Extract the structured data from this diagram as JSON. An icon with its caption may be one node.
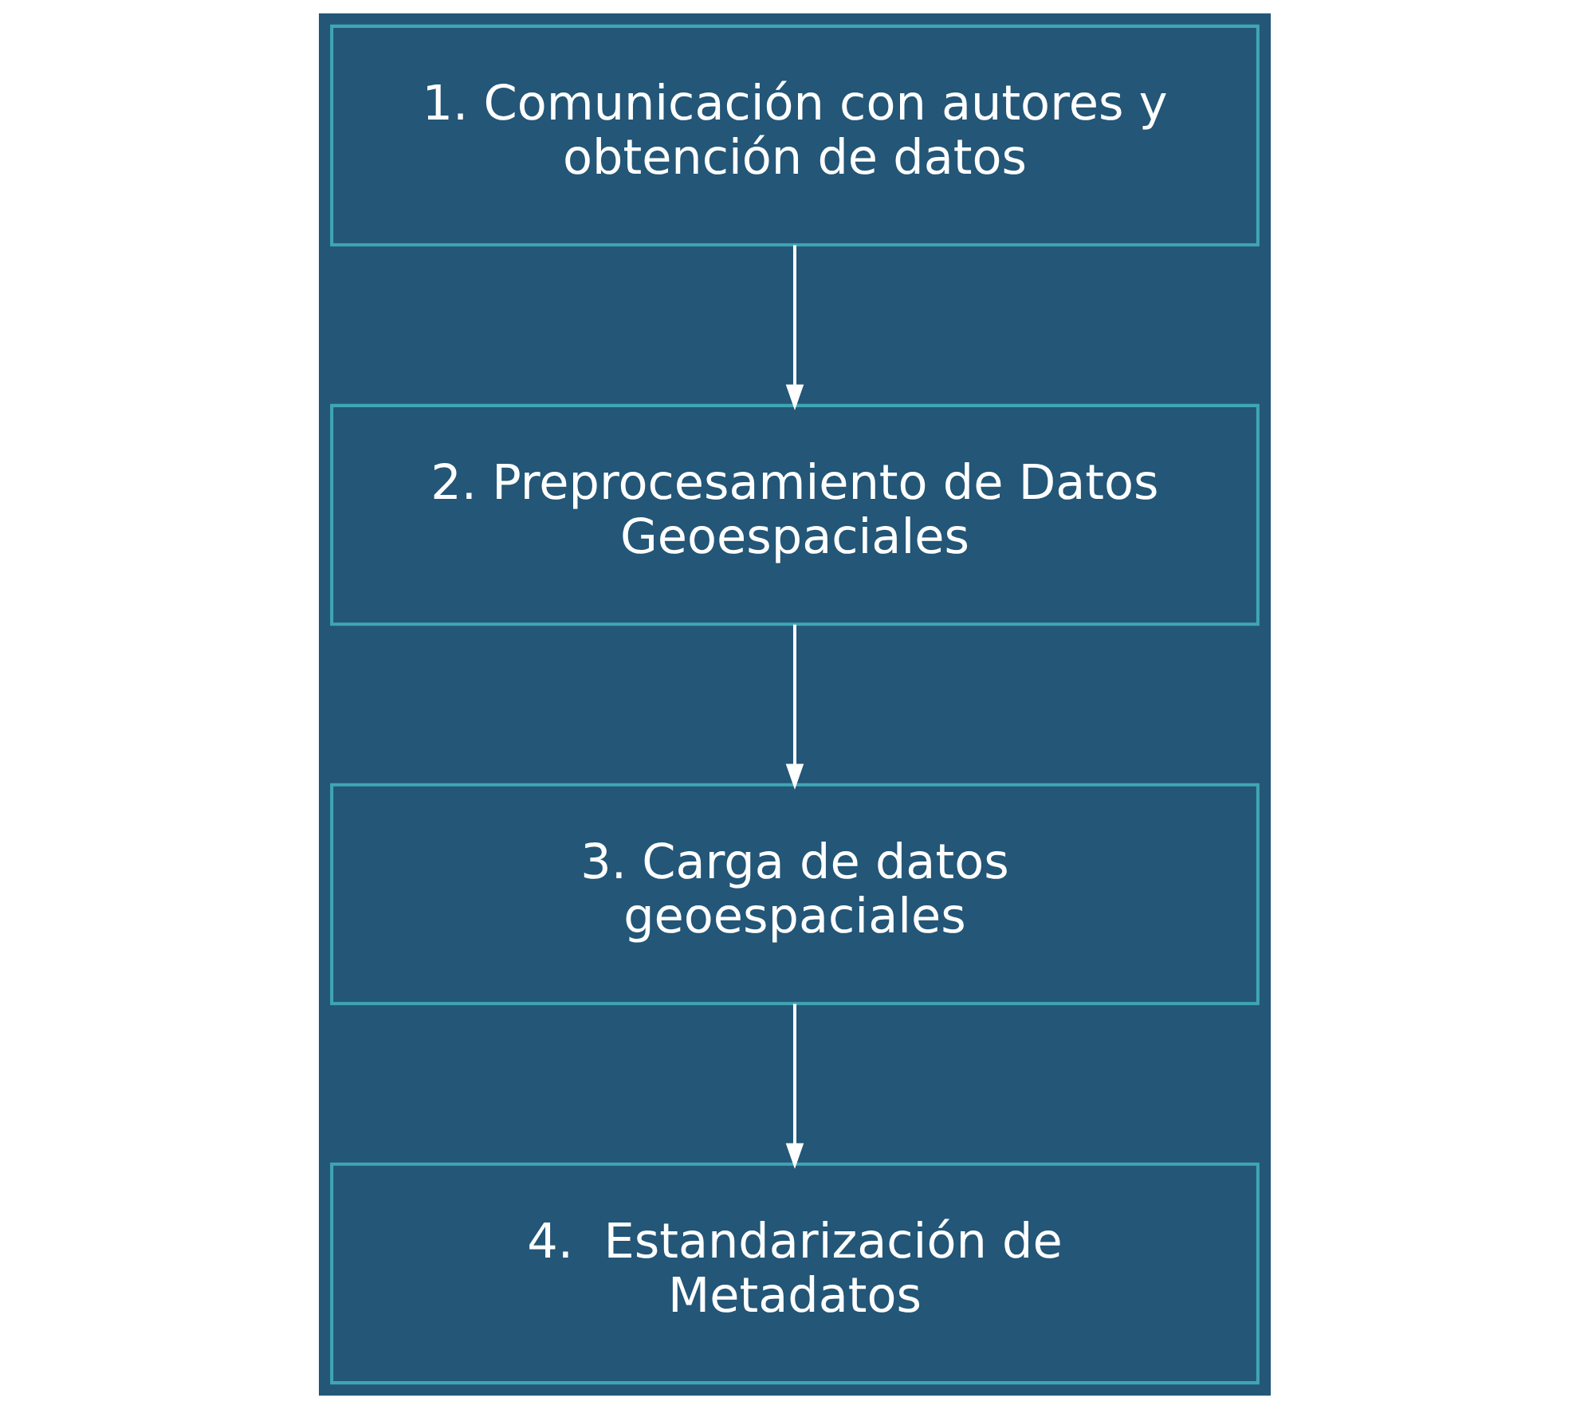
{
  "diagram": {
    "nodes": [
      {
        "text": [
          "1. Comunicación con autores y obtención de datos"
        ]
      },
      {
        "text": [
          "2. Preprocesamiento de Datos Geoespaciales"
        ]
      },
      {
        "text": [
          "3. Carga de datos geoespaciales"
        ]
      },
      {
        "text": [
          "4.  Estandarización de Metadatos"
        ]
      }
    ],
    "edges": [
      {
        "from": 0,
        "to": 1,
        "arrow": "to"
      },
      {
        "from": 1,
        "to": 2,
        "arrow": "to"
      },
      {
        "from": 2,
        "to": 3,
        "arrow": "to"
      }
    ]
  }
}
